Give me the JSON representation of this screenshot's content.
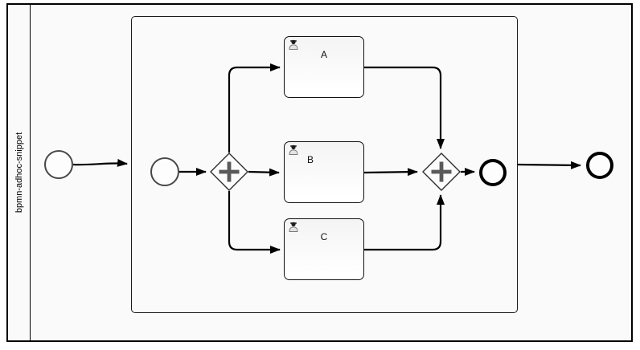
{
  "pool": {
    "label": "bpmn-adhoc-snippet"
  },
  "tasks": [
    {
      "label": "A",
      "type": "user-task"
    },
    {
      "label": "B",
      "type": "user-task"
    },
    {
      "label": "C",
      "type": "user-task"
    }
  ],
  "events": {
    "outer_start": "start-event",
    "inner_start": "start-event",
    "inner_end": "end-event",
    "outer_end": "end-event"
  },
  "gateways": {
    "split": "parallel-gateway",
    "join": "parallel-gateway"
  },
  "colors": {
    "canvas": "#ffffff",
    "pool_fill": "#fafafa",
    "border": "#000000",
    "flow": "#000000",
    "gateway_symbol": "#5a5a5a",
    "task_fill": "#f4f4f4"
  }
}
